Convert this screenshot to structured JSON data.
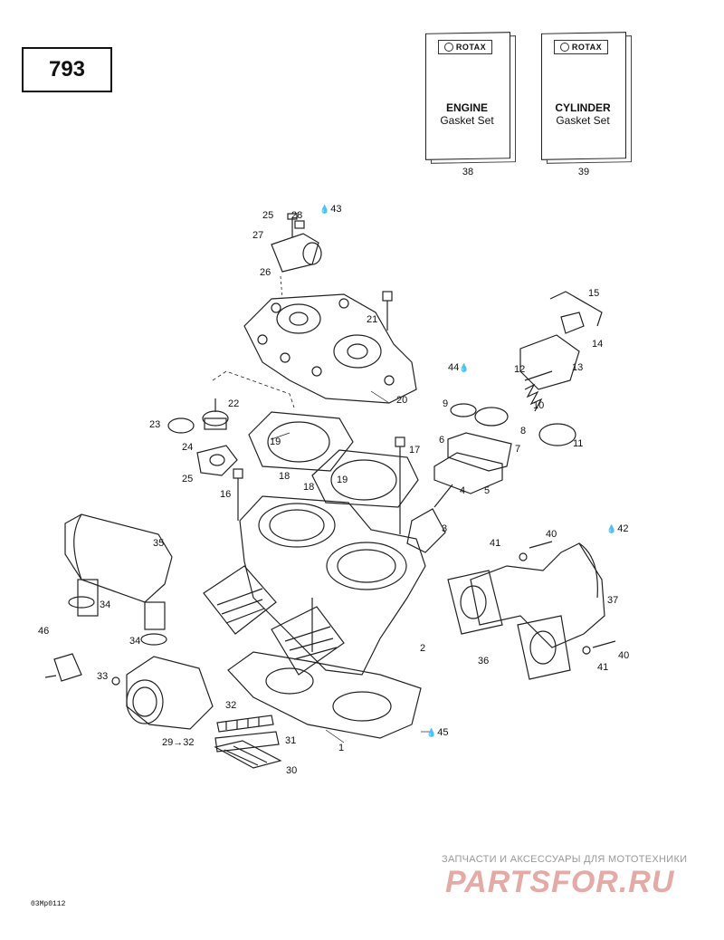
{
  "page_number": "793",
  "figure_code": "03Mp0112",
  "kits": [
    {
      "brand": "ROTAX",
      "line1": "ENGINE",
      "line2": "Gasket Set",
      "number": "38"
    },
    {
      "brand": "ROTAX",
      "line1": "CYLINDER",
      "line2": "Gasket Set",
      "number": "39"
    }
  ],
  "labels": {
    "l1": "1",
    "l2": "2",
    "l3": "3",
    "l4": "4",
    "l5": "5",
    "l6": "6",
    "l7": "7",
    "l8": "8",
    "l9": "9",
    "l10": "10",
    "l11": "11",
    "l12": "12",
    "l13": "13",
    "l14": "14",
    "l15": "15",
    "l16": "16",
    "l17": "17",
    "l18a": "18",
    "l18b": "18",
    "l19a": "19",
    "l19b": "19",
    "l20": "20",
    "l21": "21",
    "l22": "22",
    "l23": "23",
    "l24": "24",
    "l25a": "25",
    "l25b": "25",
    "l26": "26",
    "l27": "27",
    "l28": "28",
    "l29": "29→32",
    "l30": "30",
    "l31": "31",
    "l32": "32",
    "l33": "33",
    "l34a": "34",
    "l34b": "34",
    "l35": "35",
    "l36": "36",
    "l37": "37",
    "l40a": "40",
    "l40b": "40",
    "l41a": "41",
    "l41b": "41",
    "l42": "42",
    "l43": "43",
    "l44": "44",
    "l45": "45",
    "l46": "46"
  },
  "watermark": {
    "subtitle": "ЗАПЧАСТИ И АКСЕССУАРЫ ДЛЯ МОТОТЕХНИКИ",
    "brand": "PARTSFOR.RU"
  }
}
